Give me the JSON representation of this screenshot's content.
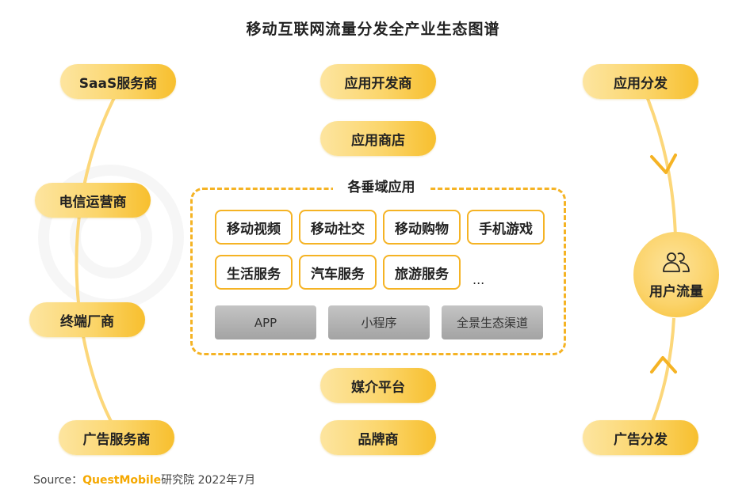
{
  "title": "移动互联网流量分发全产业生态图谱",
  "left_column": {
    "items": [
      "SaaS服务商",
      "电信运营商",
      "终端厂商",
      "广告服务商"
    ]
  },
  "center_column": {
    "top": [
      "应用开发商",
      "应用商店"
    ],
    "bottom": [
      "媒介平台",
      "品牌商"
    ]
  },
  "vertical_apps": {
    "title": "各垂域应用",
    "rows": [
      [
        "移动视频",
        "移动社交",
        "移动购物",
        "手机游戏"
      ],
      [
        "生活服务",
        "汽车服务",
        "旅游服务"
      ]
    ],
    "ellipsis": "...",
    "channels": [
      "APP",
      "小程序",
      "全景生态渠道"
    ]
  },
  "right_column": {
    "top": "应用分发",
    "center": "用户流量",
    "center_icon": "users-icon",
    "bottom": "广告分发"
  },
  "source": {
    "label": "Source：",
    "brand": "QuestMobile",
    "text": "研究院 2022年7月"
  },
  "colors": {
    "accent": "#f5b324",
    "pill_light": "#fde5a0",
    "pill_dark": "#f7bf2e",
    "gray_box": "#b3b3b3"
  }
}
